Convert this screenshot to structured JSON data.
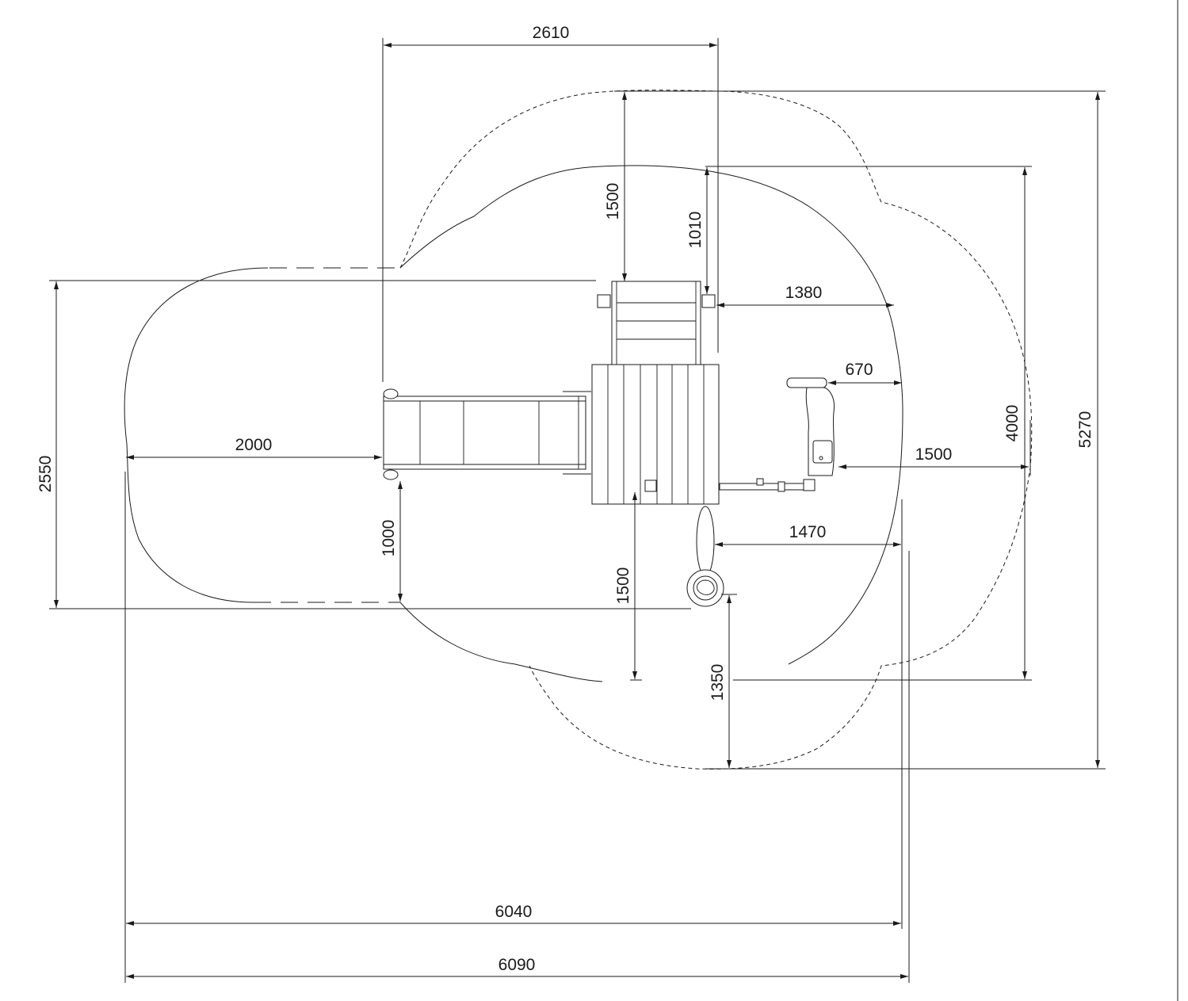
{
  "drawing": {
    "dimensions": [
      {
        "id": "top-width",
        "label": "2610"
      },
      {
        "id": "ladder-zone",
        "label": "1500"
      },
      {
        "id": "tower-top-offset",
        "label": "1010"
      },
      {
        "id": "right-clearance-upper",
        "label": "1380"
      },
      {
        "id": "panel-clearance",
        "label": "670"
      },
      {
        "id": "right-clearance-mid",
        "label": "1500"
      },
      {
        "id": "right-clearance-lower",
        "label": "1470"
      },
      {
        "id": "left-height",
        "label": "2550"
      },
      {
        "id": "slide-exit",
        "label": "2000"
      },
      {
        "id": "slide-side",
        "label": "1000"
      },
      {
        "id": "bottom-zone",
        "label": "1500"
      },
      {
        "id": "bottom-offset",
        "label": "1350"
      },
      {
        "id": "inner-height",
        "label": "4000"
      },
      {
        "id": "total-height",
        "label": "5270"
      },
      {
        "id": "inner-width",
        "label": "6040"
      },
      {
        "id": "total-width",
        "label": "6090"
      }
    ]
  }
}
